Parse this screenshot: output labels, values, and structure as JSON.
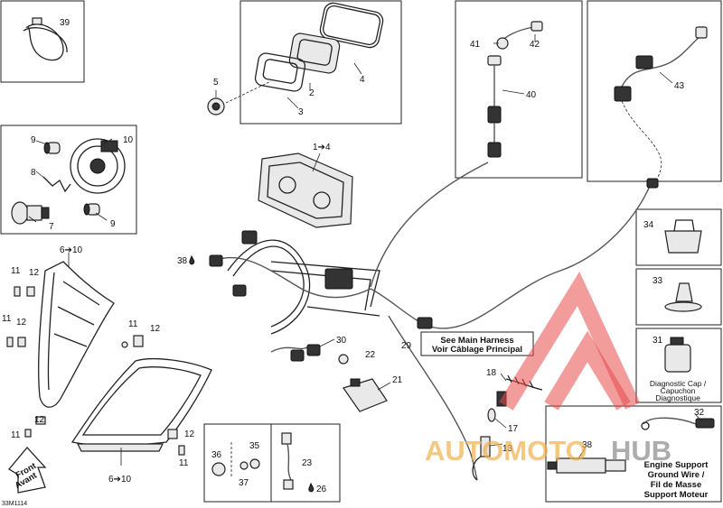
{
  "callouts": {
    "c39": "39",
    "c5": "5",
    "c2": "2",
    "c3": "3",
    "c4": "4",
    "c41": "41",
    "c42": "42",
    "c40": "40",
    "c43": "43",
    "c9a": "9",
    "c10": "10",
    "c8": "8",
    "c7": "7",
    "c9b": "9",
    "c1to4": "1➔4",
    "c6to10a": "6➔10",
    "c38drop": "38",
    "c11a": "11",
    "c12a": "12",
    "c11b": "11",
    "c12b": "12",
    "c11c": "11",
    "c12c": "12",
    "c12d": "12",
    "c11d": "11",
    "c12e": "12",
    "c11e": "11",
    "c6to10b": "6➔10",
    "c34": "34",
    "c33": "33",
    "c31": "31",
    "c30": "30",
    "c29": "29",
    "c22": "22",
    "c21": "21",
    "c18": "18",
    "c17": "17",
    "c13": "13",
    "c36": "36",
    "c35": "35",
    "c37": "37",
    "c23": "23",
    "c26": "26",
    "c38b": "38",
    "c32": "32"
  },
  "labels": {
    "main_harness_en": "See Main Harness",
    "main_harness_fr": "Voir Câblage Principal",
    "diag_cap_1": "Diagnostic Cap /",
    "diag_cap_2": "Capuchon",
    "diag_cap_3": "Diagnostique",
    "ground_1": "Engine Support",
    "ground_2": "Ground Wire /",
    "ground_3": "Fil de Masse",
    "ground_4": "Support Moteur",
    "front_1": "Front",
    "front_2": "Avant",
    "drawing_code": "33M1114"
  },
  "watermark": {
    "part1": "AUTOMOTO",
    "part2": "HUB",
    "color_red": "#e74a4a",
    "color_orange": "#f2b04a",
    "color_grey": "#8a8a8a"
  }
}
